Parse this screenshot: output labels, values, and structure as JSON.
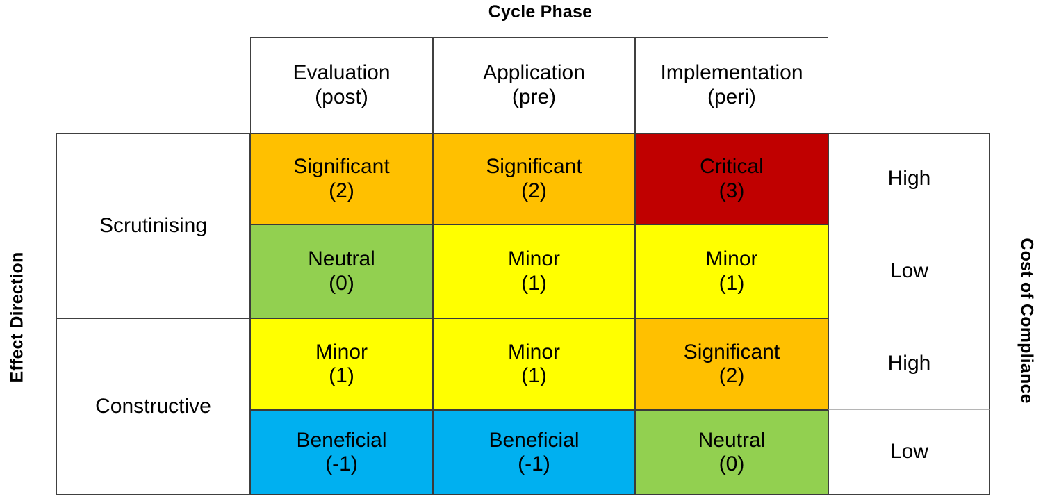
{
  "axes": {
    "top_title": "Cycle Phase",
    "left_title": "Effect Direction",
    "right_title": "Cost of Compliance"
  },
  "columns": [
    {
      "name": "Evaluation",
      "qualifier": "(post)"
    },
    {
      "name": "Application",
      "qualifier": "(pre)"
    },
    {
      "name": "Implementation",
      "qualifier": "(peri)"
    }
  ],
  "row_groups": [
    {
      "label": "Scrutinising"
    },
    {
      "label": "Constructive"
    }
  ],
  "side_labels": [
    {
      "label": "High"
    },
    {
      "label": "Low"
    },
    {
      "label": "High"
    },
    {
      "label": "Low"
    }
  ],
  "colors": {
    "critical": "#C00000",
    "significant": "#FFC000",
    "minor": "#FFFF00",
    "neutral": "#92D050",
    "beneficial": "#00B0F0",
    "blank": "#FFFFFF",
    "border": "#404040",
    "text": "#000000"
  },
  "cells": [
    {
      "row": 0,
      "col": 0,
      "label": "Significant",
      "score": "(2)",
      "color": "#FFC000"
    },
    {
      "row": 0,
      "col": 1,
      "label": "Significant",
      "score": "(2)",
      "color": "#FFC000"
    },
    {
      "row": 0,
      "col": 2,
      "label": "Critical",
      "score": "(3)",
      "color": "#C00000"
    },
    {
      "row": 1,
      "col": 0,
      "label": "Neutral",
      "score": "(0)",
      "color": "#92D050"
    },
    {
      "row": 1,
      "col": 1,
      "label": "Minor",
      "score": "(1)",
      "color": "#FFFF00"
    },
    {
      "row": 1,
      "col": 2,
      "label": "Minor",
      "score": "(1)",
      "color": "#FFFF00"
    },
    {
      "row": 2,
      "col": 0,
      "label": "Minor",
      "score": "(1)",
      "color": "#FFFF00"
    },
    {
      "row": 2,
      "col": 1,
      "label": "Minor",
      "score": "(1)",
      "color": "#FFFF00"
    },
    {
      "row": 2,
      "col": 2,
      "label": "Significant",
      "score": "(2)",
      "color": "#FFC000"
    },
    {
      "row": 3,
      "col": 0,
      "label": "Beneficial",
      "score": "(-1)",
      "color": "#00B0F0"
    },
    {
      "row": 3,
      "col": 1,
      "label": "Beneficial",
      "score": "(-1)",
      "color": "#00B0F0"
    },
    {
      "row": 3,
      "col": 2,
      "label": "Neutral",
      "score": "(0)",
      "color": "#92D050"
    }
  ],
  "chart_data": {
    "type": "heatmap",
    "title": "Cycle Phase",
    "xlabel": "Cycle Phase",
    "ylabel": "Effect Direction",
    "y2label": "Cost of Compliance",
    "x_categories": [
      "Evaluation (post)",
      "Application (pre)",
      "Implementation (peri)"
    ],
    "y_categories": [
      "Scrutinising / High",
      "Scrutinising / Low",
      "Constructive / High",
      "Constructive / Low"
    ],
    "value_labels": [
      [
        "Significant (2)",
        "Significant (2)",
        "Critical (3)"
      ],
      [
        "Neutral (0)",
        "Minor (1)",
        "Minor (1)"
      ],
      [
        "Minor (1)",
        "Minor (1)",
        "Significant (2)"
      ],
      [
        "Beneficial (-1)",
        "Beneficial (-1)",
        "Neutral (0)"
      ]
    ],
    "values": [
      [
        2,
        2,
        3
      ],
      [
        0,
        1,
        1
      ],
      [
        1,
        1,
        2
      ],
      [
        -1,
        -1,
        0
      ]
    ],
    "scale": [
      {
        "label": "Critical",
        "value": 3,
        "color": "#C00000"
      },
      {
        "label": "Significant",
        "value": 2,
        "color": "#FFC000"
      },
      {
        "label": "Minor",
        "value": 1,
        "color": "#FFFF00"
      },
      {
        "label": "Neutral",
        "value": 0,
        "color": "#92D050"
      },
      {
        "label": "Beneficial",
        "value": -1,
        "color": "#00B0F0"
      }
    ],
    "legend": "none",
    "grid": true
  }
}
